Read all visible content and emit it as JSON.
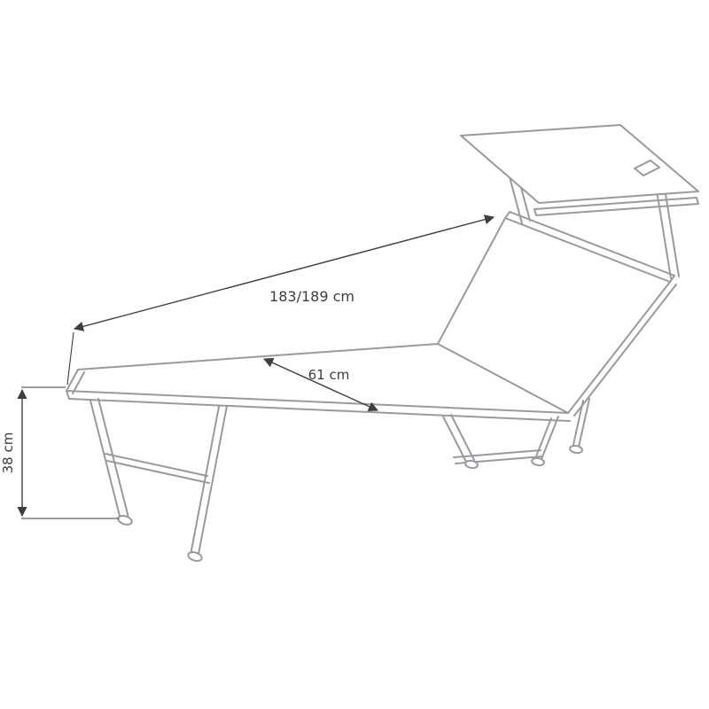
{
  "colors": {
    "background": "#ffffff",
    "artwork_line": "#979a9e",
    "dimension_line": "#3e3e3e"
  },
  "diagram": {
    "dimensions": {
      "length": {
        "label": "183/189 cm"
      },
      "width": {
        "label": "61 cm"
      },
      "height": {
        "label": "38 cm"
      }
    }
  }
}
